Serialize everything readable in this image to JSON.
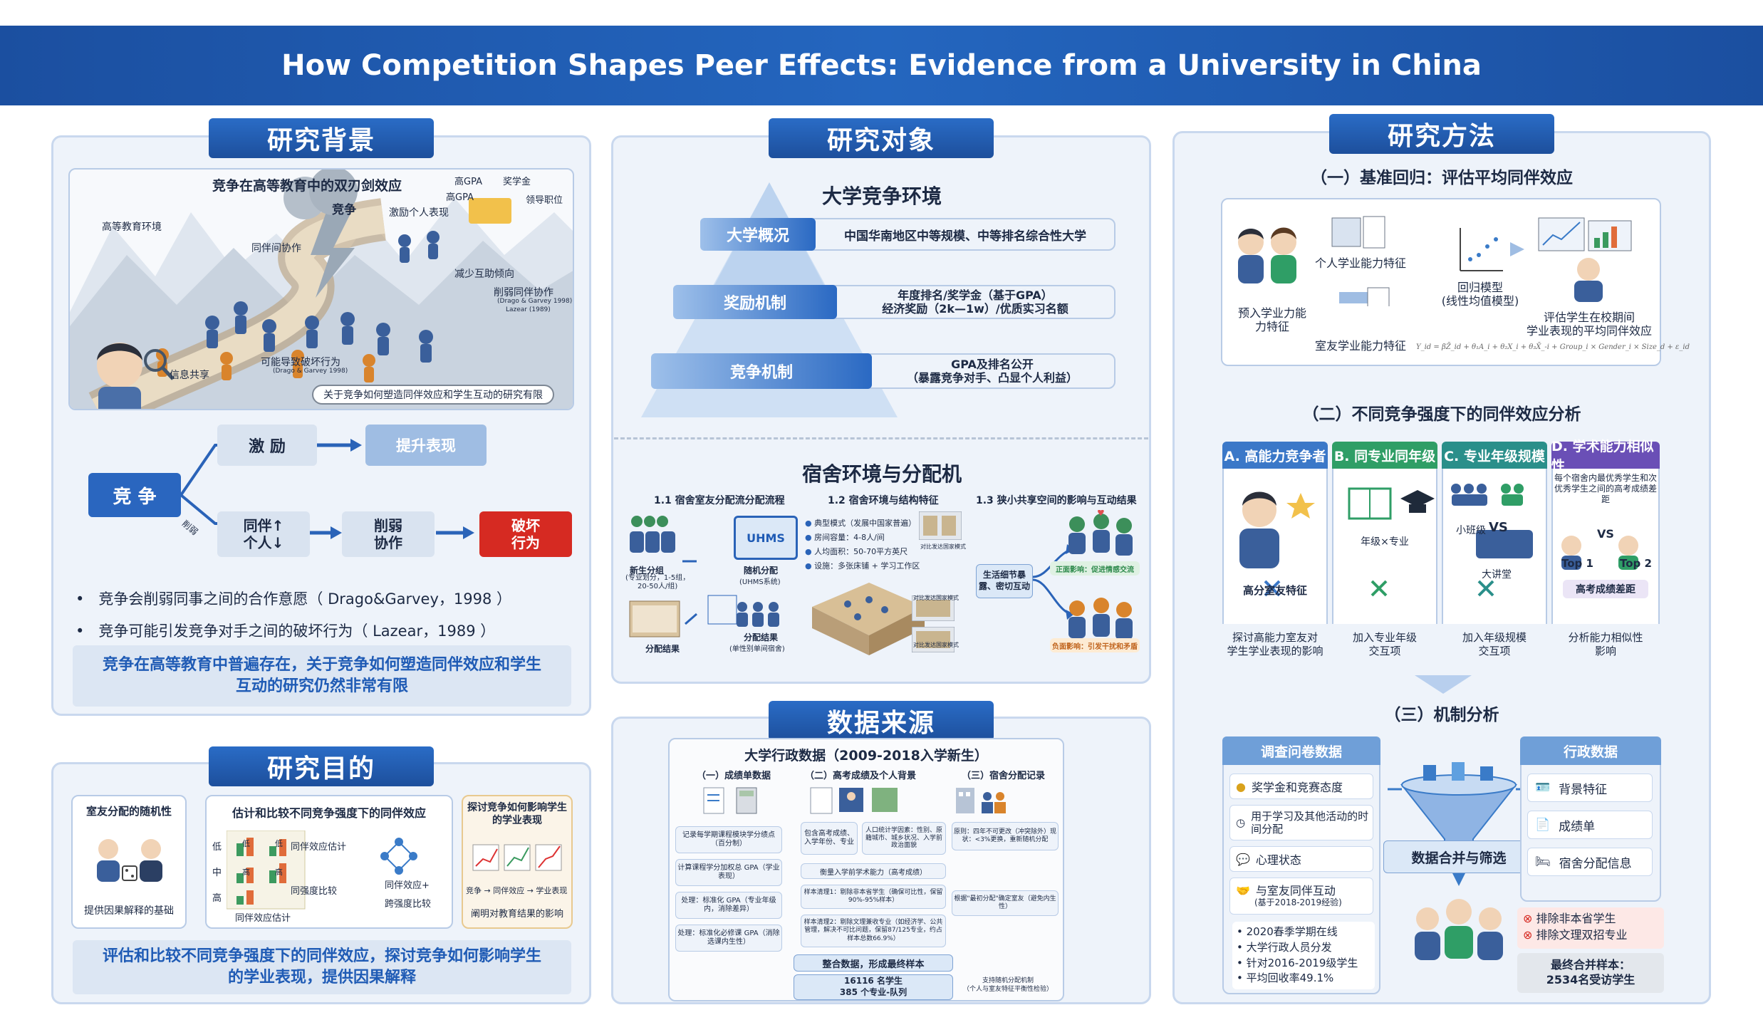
{
  "title": "How Competition Shapes Peer Effects: Evidence from a University in China",
  "background": {
    "title": "研究背景",
    "illustration": {
      "heading": "竞争在高等教育中的双刃剑效应",
      "labels": [
        "高等教育环境",
        "竞争",
        "激励个人表现",
        "高GPA",
        "奖学金",
        "高GPA",
        "领导职位",
        "同伴间协作",
        "减少互助倾向",
        "削弱同伴协作",
        "(Drago & Garvey 1998)",
        "Lazear (1989)",
        "信息共享",
        "可能导致破坏行为",
        "(Drago & Garvey 1998)"
      ],
      "thought": "关于竞争如何塑造同伴效应和学生互动的研究有限"
    },
    "flow": {
      "source": "竞 争",
      "upper_a": "激 励",
      "upper_b": "提升表现",
      "side": "削弱",
      "lower_a": "同伴↑\n个人↓",
      "lower_b": "削弱\n协作",
      "lower_c": "破坏\n行为"
    },
    "bullets": [
      "竞争会削弱同事之间的合作意愿（ Drago&Garvey，1998 ）",
      "竞争可能引发竞争对手之间的破坏行为（ Lazear，1989 ）"
    ],
    "summary": "竞争在高等教育中普遍存在，关于竞争如何塑造同伴效应和学生互动的研究仍然非常有限"
  },
  "purpose": {
    "title": "研究目的",
    "col1": {
      "head": "室友分配的随机性",
      "foot": "提供因果解释的基础"
    },
    "col2": {
      "head": "估计和比较不同竞争强度下的同伴效应",
      "rows": [
        "低",
        "中",
        "高"
      ],
      "cells": [
        "低",
        "高",
        "低",
        "高"
      ],
      "labels": [
        "同伴效应估计",
        "同强度比较",
        "同伴效应估计"
      ],
      "right": [
        "同伴效应+",
        "跨强度比较"
      ]
    },
    "col3": {
      "head": "探讨竞争如何影响学生的学业表现",
      "chain": "竞争 → 同伴效应 → 学业表现",
      "foot": "阐明对教育结果的影响"
    },
    "summary": "评估和比较不同竞争强度下的同伴效应，探讨竞争如何影响学生的学业表现，提供因果解释"
  },
  "subject": {
    "title": "研究对象",
    "pyramid_title": "大学竞争环境",
    "levels": [
      {
        "label": "大学概况",
        "text": "中国华南地区中等规模、中等排名综合性大学"
      },
      {
        "label": "奖励机制",
        "text": "年度排名/奖学金（基于GPA）\n经济奖励（2k—1w）/优质实习名额"
      },
      {
        "label": "竞争机制",
        "text": "GPA及排名公开\n（暴露竞争对手、凸显个人利益）"
      }
    ],
    "dorm_title": "宿舍环境与分配机",
    "sub1": {
      "title": "1.1 宿舍室友分配流分配流程",
      "new": "新生分组",
      "new_note": "(专业划分，1-5组，\n20-50人/组)",
      "system": "UHMS",
      "random": "随机分配",
      "random_note": "(UHMS系统)",
      "result": "分配结果",
      "group": "分配结果",
      "group_note": "(单性别单间宿舍)"
    },
    "sub2": {
      "title": "1.2 宿舍环境与结构特征",
      "items": [
        "典型模式（发展中国家普遍）",
        "房间容量：4-8人/间",
        "人均面积：50-70平方英尺",
        "设施：多张床铺 + 学习工作区"
      ],
      "caption1": "对比发达国家模式",
      "caption2": "对比发达国家模式",
      "caption3": "对比发达国家模式"
    },
    "sub3": {
      "title": "1.3 狭小共享空间的影响与互动结果",
      "center": "生活细节暴露、密切互动",
      "pos": "正面影响：促进情感交流",
      "neg": "负面影响：引发干扰和矛盾"
    }
  },
  "data_source": {
    "title": "数据来源",
    "heading": "大学行政数据（2009-2018入学新生）",
    "cols": [
      {
        "head": "（一）成绩单数据",
        "steps": [
          "记录每学期课程模块学分绩点（百分制）",
          "计算课程学分加权总 GPA（学业表现）",
          "处理：标准化 GPA（专业年级内，消除差异）",
          "处理：标准化必修课 GPA（消除选课内生性）"
        ]
      },
      {
        "head": "（二）高考成绩及个人背景",
        "steps": [
          "包含高考成绩、入学年份、专业",
          "人口统计学因素：性别、原籍城市、城乡状况、入学前政治面貌",
          "衡量入学前学术能力（高考成绩）",
          "样本清理1：剔除非本省学生（确保可比性，保留90%-95%样本）",
          "样本清理2：剔除文理兼收专业（如经济学、公共管理，解决不可比问题，保留87/125专业，约占样本总数66.9%）"
        ]
      },
      {
        "head": "（三）宿舍分配记录",
        "steps": [
          "原则：四年不可更改（冲突除外）现状：<3%更换，重新随机分配",
          "根据\"最初分配\"确定室友（避免内生性）"
        ]
      }
    ],
    "merge": "整合数据，形成最终样本",
    "final_a": "16116 名学生",
    "final_b": "385 个专业-队列",
    "side_note": "支持随机分配机制\n（个人与室友特征平衡性检验）"
  },
  "method": {
    "title": "研究方法",
    "s1": {
      "title": "（一）基准回归：评估平均同伴效应",
      "labels": [
        "个人学业能力特征",
        "预入学业力能力特征",
        "室友学业能力特征",
        "回归模型\n(线性均值模型)",
        "评估学生在校期间\n学业表现的平均同伴效应"
      ],
      "formula": "Y_id = βZ̄_id + θ₁A_i + θ₂X_i + θ₃X̄_-i + Group_i × Gender_i × Size_d + ε_id"
    },
    "s2": {
      "title": "（二）不同竞争强度下的同伴效应分析",
      "cols": [
        {
          "head": "A. 高能力竞争者",
          "mid": "高分室友特征",
          "foot": "探讨高能力室友对\n学生学业表现的影响",
          "color": "#3b78c8"
        },
        {
          "head": "B. 同专业同年级",
          "mid": "年级×专业",
          "foot": "加入专业年级\n交互项",
          "color": "#2f9e66"
        },
        {
          "head": "C. 专业年级规模",
          "mid": "小班级 VS 大讲堂",
          "foot": "加入年级规模\n交互项",
          "color": "#2a8f8a"
        },
        {
          "head": "D. 学术能力相似性",
          "mid": "每个宿舍内最优秀学生和次优秀学生之间的高考成绩差距",
          "foot": "分析能力相似性\n影响",
          "color": "#6a4fb6"
        }
      ],
      "c_small": "小班级",
      "c_vs": "VS",
      "c_big": "大讲堂",
      "d_top1": "Top 1",
      "d_vs": "VS",
      "d_top2": "Top 2",
      "d_gap": "高考成绩差距"
    },
    "s3": {
      "title": "（三）机制分析",
      "survey_head": "调查问卷数据",
      "survey": [
        "奖学金和竞赛态度",
        "用于学习及其他活动的时间分配",
        "心理状态",
        "与室友同伴互动",
        "(基于2018-2019经验)"
      ],
      "survey_notes": [
        "2020春季学期在线",
        "大学行政人员分发",
        "针对2016-2019级学生",
        "平均回收率49.1%"
      ],
      "funnel": "数据合并与筛选",
      "admin_head": "行政数据",
      "admin": [
        "背景特征",
        "成绩单",
        "宿舍分配信息"
      ],
      "excl": [
        "排除非本省学生",
        "排除文理双招专业"
      ],
      "final": "最终合并样本：\n2534名受访学生"
    }
  }
}
